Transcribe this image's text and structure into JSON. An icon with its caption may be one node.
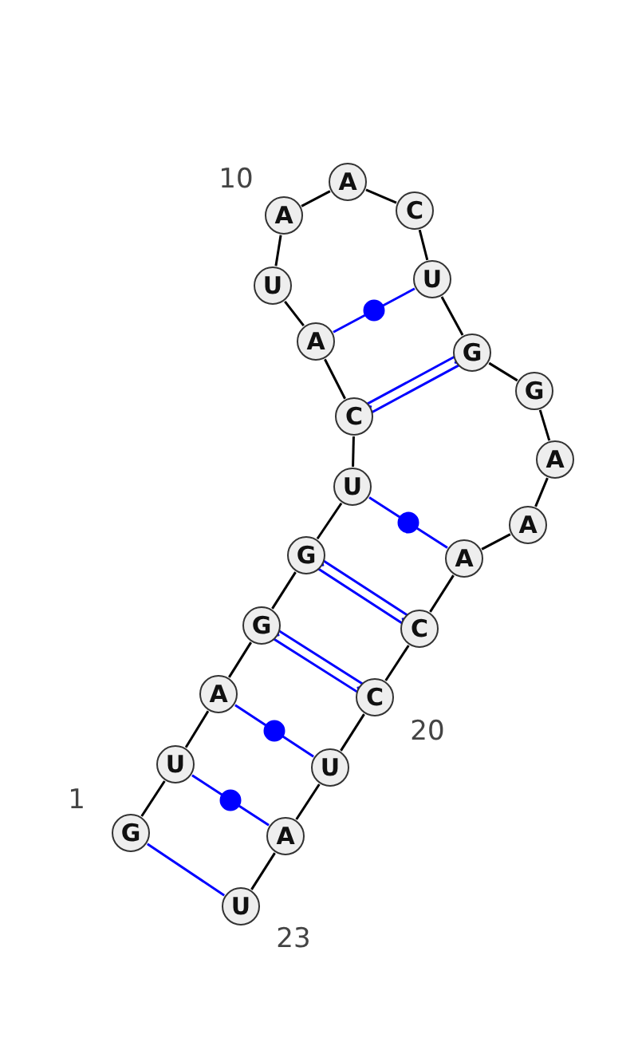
{
  "diagram": {
    "nodes": [
      {
        "text": [
          "G"
        ]
      },
      {
        "text": [
          "U"
        ]
      },
      {
        "text": [
          "A"
        ]
      },
      {
        "text": [
          "G"
        ]
      },
      {
        "text": [
          "G"
        ]
      },
      {
        "text": [
          "U"
        ]
      },
      {
        "text": [
          "C"
        ]
      },
      {
        "text": [
          "A"
        ]
      },
      {
        "text": [
          "U"
        ]
      },
      {
        "text": [
          "A"
        ]
      },
      {
        "text": [
          "A"
        ]
      },
      {
        "text": [
          "C"
        ]
      },
      {
        "text": [
          "U"
        ]
      },
      {
        "text": [
          "G"
        ]
      },
      {
        "text": [
          "G"
        ]
      },
      {
        "text": [
          "A"
        ]
      },
      {
        "text": [
          "A"
        ]
      },
      {
        "text": [
          "A"
        ]
      },
      {
        "text": [
          "C"
        ]
      },
      {
        "text": [
          "C"
        ]
      },
      {
        "text": [
          "U"
        ]
      },
      {
        "text": [
          "A"
        ]
      },
      {
        "text": [
          "U"
        ]
      }
    ],
    "edges": [
      {
        "from": 0,
        "to": 1,
        "arrow": "none"
      },
      {
        "from": 1,
        "to": 2,
        "arrow": "none"
      },
      {
        "from": 2,
        "to": 3,
        "arrow": "none"
      },
      {
        "from": 3,
        "to": 4,
        "arrow": "none"
      },
      {
        "from": 4,
        "to": 5,
        "arrow": "none"
      },
      {
        "from": 5,
        "to": 6,
        "arrow": "none"
      },
      {
        "from": 6,
        "to": 7,
        "arrow": "none"
      },
      {
        "from": 7,
        "to": 8,
        "arrow": "none"
      },
      {
        "from": 8,
        "to": 9,
        "arrow": "none"
      },
      {
        "from": 9,
        "to": 10,
        "arrow": "none"
      },
      {
        "from": 10,
        "to": 11,
        "arrow": "none"
      },
      {
        "from": 11,
        "to": 12,
        "arrow": "none"
      },
      {
        "from": 12,
        "to": 13,
        "arrow": "none"
      },
      {
        "from": 13,
        "to": 14,
        "arrow": "none"
      },
      {
        "from": 14,
        "to": 15,
        "arrow": "none"
      },
      {
        "from": 15,
        "to": 16,
        "arrow": "none"
      },
      {
        "from": 16,
        "to": 17,
        "arrow": "none"
      },
      {
        "from": 17,
        "to": 18,
        "arrow": "none"
      },
      {
        "from": 18,
        "to": 19,
        "arrow": "none"
      },
      {
        "from": 19,
        "to": 20,
        "arrow": "none"
      },
      {
        "from": 20,
        "to": 21,
        "arrow": "none"
      },
      {
        "from": 21,
        "to": 22,
        "arrow": "none"
      },
      {
        "from": 0,
        "to": 22,
        "arrow": "none",
        "color": "#0000ff"
      },
      {
        "from": 1,
        "to": 21,
        "arrow": "none",
        "color": "#0000ff"
      },
      {
        "from": 2,
        "to": 20,
        "arrow": "none",
        "color": "#0000ff"
      },
      {
        "from": 3,
        "to": 19,
        "arrow": "none",
        "color": "#0000ff"
      },
      {
        "from": 4,
        "to": 18,
        "arrow": "none",
        "color": "#0000ff"
      },
      {
        "from": 5,
        "to": 17,
        "arrow": "none",
        "color": "#0000ff"
      },
      {
        "from": 6,
        "to": 13,
        "arrow": "none",
        "color": "#0000ff"
      },
      {
        "from": 7,
        "to": 12,
        "arrow": "none",
        "color": "#0000ff"
      }
    ],
    "labels": [
      "1",
      "10",
      "20",
      "23"
    ]
  }
}
